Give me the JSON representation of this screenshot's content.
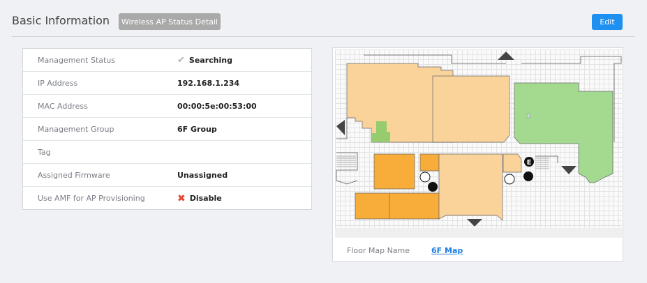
{
  "header": {
    "title": "Basic Information",
    "status_button": "Wireless AP Status Detail",
    "edit_button": "Edit"
  },
  "info": [
    {
      "label": "Management Status",
      "value": "Searching",
      "icon": "check-icon"
    },
    {
      "label": "IP Address",
      "value": "192.168.1.234"
    },
    {
      "label": "MAC Address",
      "value": "00:00:5e:00:53:00"
    },
    {
      "label": "Management Group",
      "value": "6F Group"
    },
    {
      "label": "Tag",
      "value": ""
    },
    {
      "label": "Assigned Firmware",
      "value": "Unassigned"
    },
    {
      "label": "Use AMF for AP Provisioning",
      "value": "Disable",
      "icon": "x-icon"
    }
  ],
  "map": {
    "floor_map_label": "Floor Map Name",
    "floor_map_name": "6F Map",
    "exit_sign": "E"
  },
  "colors": {
    "accent": "#1e90f0",
    "room_tan": "#fad39a",
    "room_orange": "#f8ac3a",
    "room_green": "#a3da90"
  }
}
